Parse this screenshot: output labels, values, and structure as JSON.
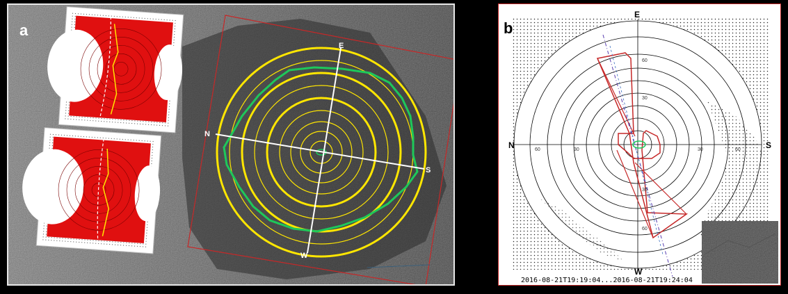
{
  "panel_a": {
    "label": "a",
    "directions": {
      "n": "N",
      "e": "E",
      "s": "S",
      "w": "W"
    }
  },
  "panel_b": {
    "label": "b",
    "directions": {
      "e": "E",
      "n": "N",
      "s": "S",
      "w": "W"
    },
    "ring_labels": [
      "30",
      "60",
      "30",
      "60",
      "30",
      "60",
      "30",
      "60"
    ],
    "timestamp": "2016-08-21T19:19:04...2016-08-21T19:24:04"
  },
  "colors": {
    "ring_yellow": "#ffe600",
    "outline_green": "#1ec85a",
    "overlay_red": "#e01010",
    "frame_red": "#c62828"
  }
}
